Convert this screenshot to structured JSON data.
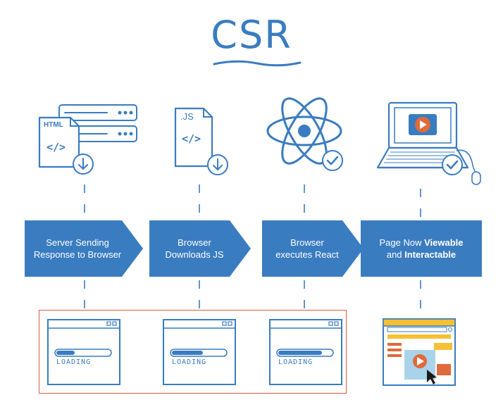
{
  "title": "CSR",
  "steps": [
    {
      "id": "server-sending",
      "line1": "Server Sending",
      "line2": "Response to Browser"
    },
    {
      "id": "browser-downloads",
      "line1": "Browser",
      "line2": "Downloads JS"
    },
    {
      "id": "browser-executes",
      "line1": "Browser",
      "line2": "executes React"
    },
    {
      "id": "page-viewable",
      "line1_prefix": "Page Now ",
      "line1_bold": "Viewable",
      "line2_prefix": "and ",
      "line2_bold": "Interactable"
    }
  ],
  "icons": {
    "html_label": "HTML",
    "js_label": ".JS",
    "code_glyph": "</>"
  },
  "loading_label": "LOADING",
  "colors": {
    "primary": "#3a7cc0",
    "loading_highlight": "#e05b3a",
    "video_play": "#e06a3b",
    "yellow": "#f5c033",
    "light_blue": "#a9d3ea"
  }
}
